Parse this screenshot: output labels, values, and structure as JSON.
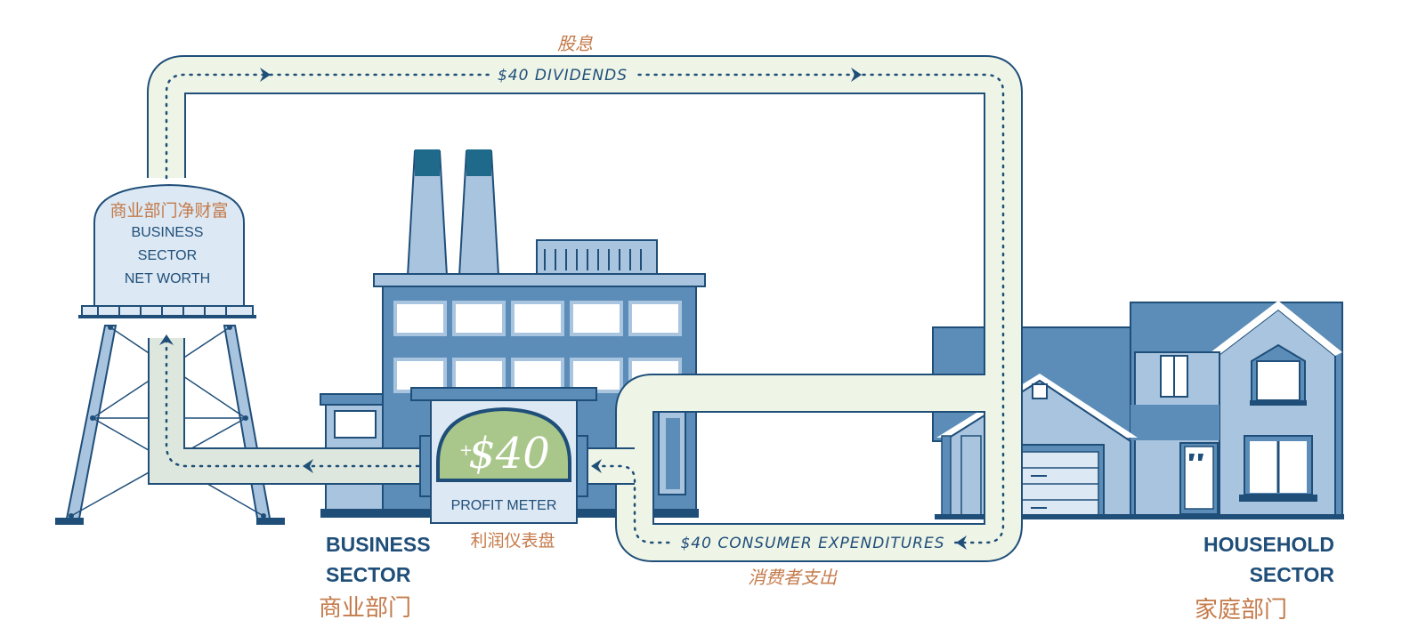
{
  "flow_top": {
    "label": "$40 DIVIDENDS",
    "label_cn": "股息"
  },
  "flow_bottom": {
    "label": "$40 CONSUMER EXPENDITURES",
    "label_cn": "消费者支出"
  },
  "tower": {
    "title_cn": "商业部门净财富",
    "line1": "BUSINESS",
    "line2": "SECTOR",
    "line3": "NET WORTH"
  },
  "meter": {
    "value": "$40",
    "sign": "+",
    "label": "PROFIT METER",
    "label_cn": "利润仪表盘"
  },
  "business": {
    "line1": "BUSINESS",
    "line2": "SECTOR",
    "label_cn": "商业部门"
  },
  "household": {
    "line1": "HOUSEHOLD",
    "line2": "SECTOR",
    "label_cn": "家庭部门"
  },
  "colors": {
    "navy": "#1f4e79",
    "mid_blue": "#5b8db8",
    "light_blue": "#a9c4de",
    "pale_blue": "#dce8f3",
    "pipe": "#eef4e6",
    "meter_green": "#a9c78a",
    "orange": "#c57a4a"
  }
}
